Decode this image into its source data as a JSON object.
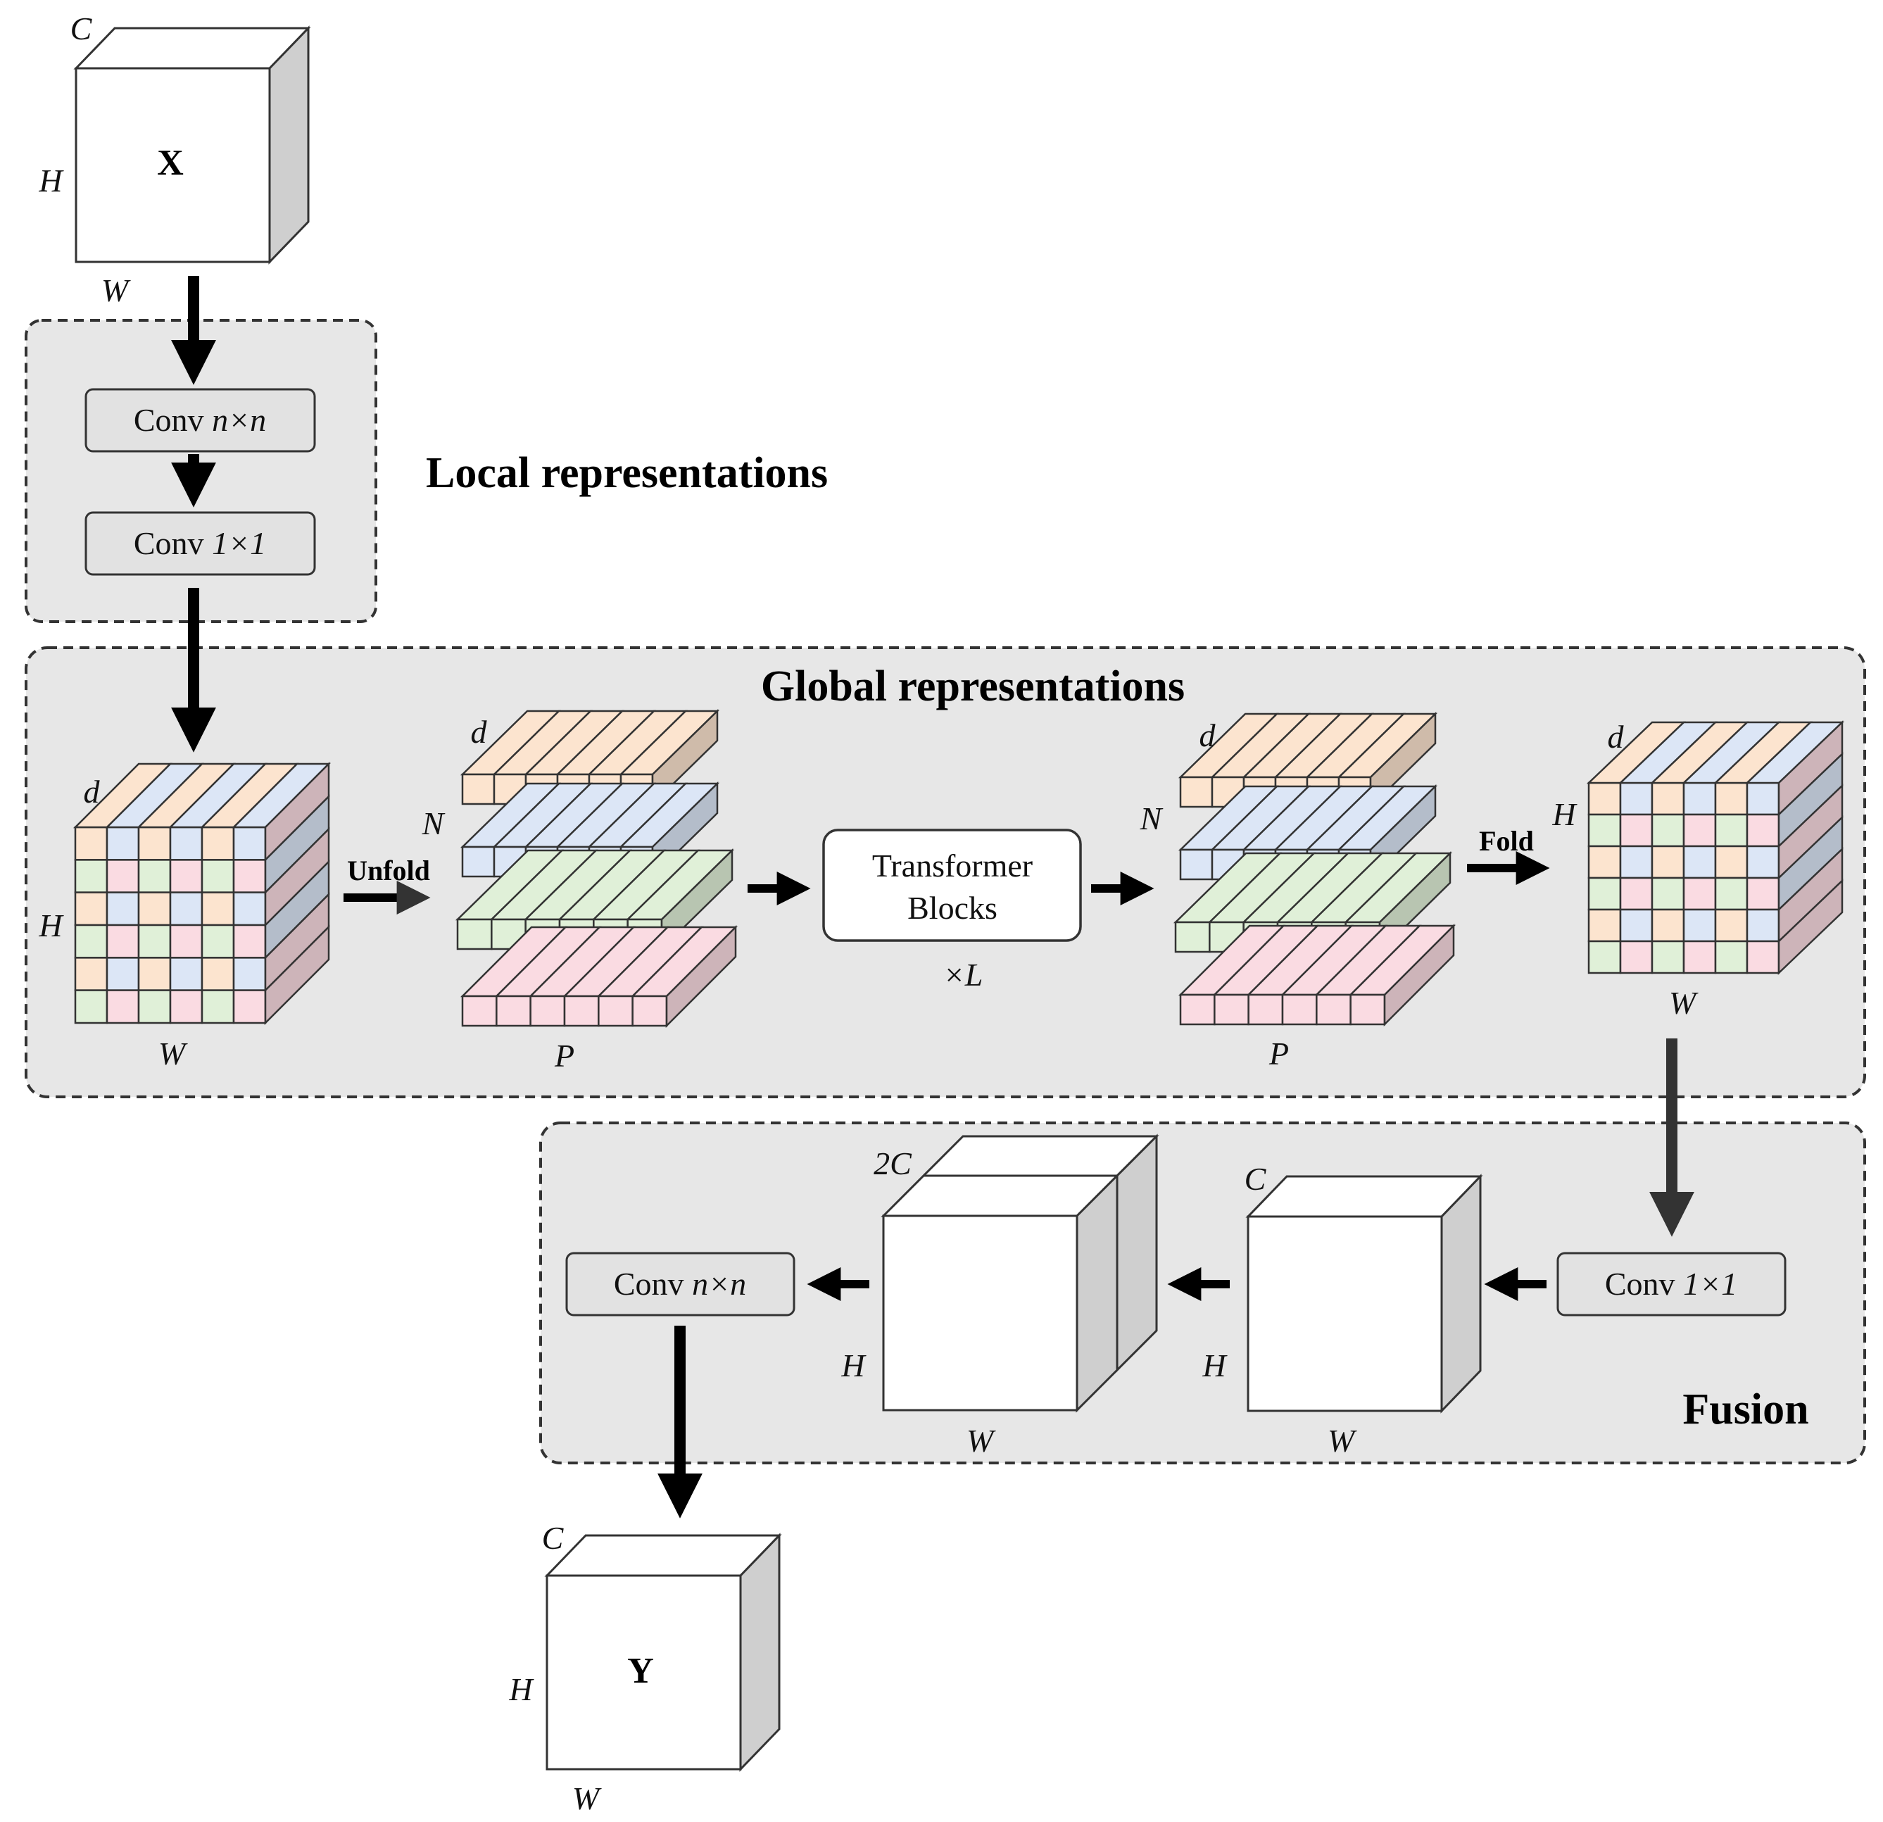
{
  "input": {
    "name": "X",
    "dims": {
      "c": "C",
      "h": "H",
      "w": "W"
    }
  },
  "output": {
    "name": "Y",
    "dims": {
      "c": "C",
      "h": "H",
      "w": "W"
    }
  },
  "local": {
    "title": "Local representations",
    "conv_nxn": {
      "prefix": "Conv ",
      "param": "n×n"
    },
    "conv_1x1": {
      "prefix": "Conv ",
      "param": "1×1"
    }
  },
  "global": {
    "title": "Global representations",
    "unfold_label": "Unfold",
    "fold_label": "Fold",
    "transformer": {
      "line1": "Transformer",
      "line2": "Blocks",
      "repeat": "×L"
    },
    "grid_in": {
      "d": "d",
      "h": "H",
      "w": "W"
    },
    "patches_in": {
      "d": "d",
      "n": "N",
      "p": "P"
    },
    "patches_out": {
      "d": "d",
      "n": "N",
      "p": "P"
    },
    "grid_out": {
      "d": "d",
      "h": "H",
      "w": "W"
    }
  },
  "fusion": {
    "title": "Fusion",
    "conv_1x1": {
      "prefix": "Conv ",
      "param": "1×1"
    },
    "conv_nxn": {
      "prefix": "Conv ",
      "param": "n×n"
    },
    "cube_c": {
      "c": "C",
      "h": "H",
      "w": "W"
    },
    "cube_2c": {
      "c": "2C",
      "h": "H",
      "w": "W"
    }
  },
  "colors": {
    "orange": "#fce4cf",
    "blue": "#dce6f6",
    "green": "#e0f0d8",
    "pink": "#fadbe2",
    "panel": "#e7e7e7",
    "side_gray": "#cfcfcf"
  }
}
